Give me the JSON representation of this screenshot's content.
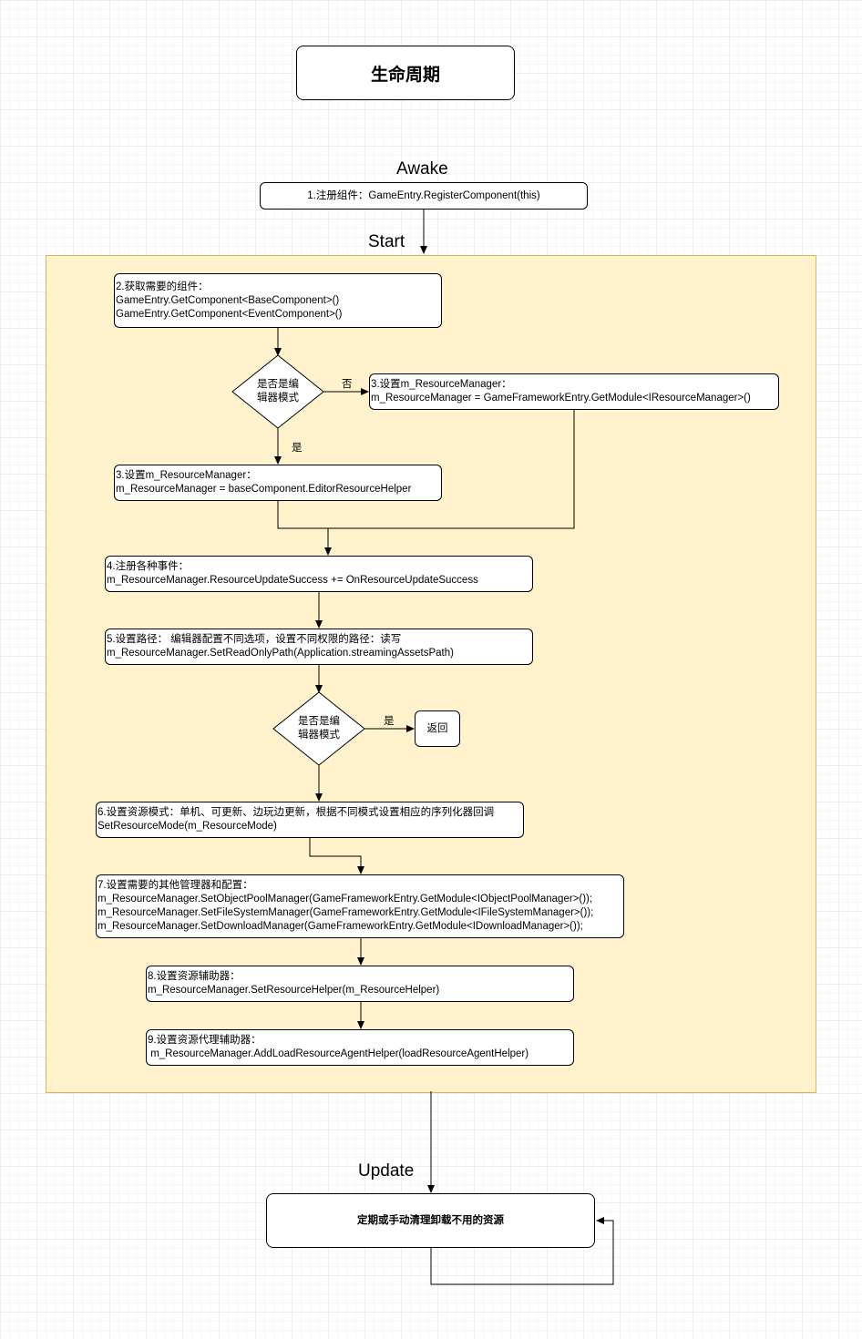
{
  "title": "生命周期",
  "labels": {
    "awake": "Awake",
    "start": "Start",
    "update": "Update"
  },
  "steps": {
    "s1": "1.注册组件：GameEntry.RegisterComponent(this)",
    "s2": "2.获取需要的组件：\nGameEntry.GetComponent<BaseComponent>()\nGameEntry.GetComponent<EventComponent>()",
    "s3_no": "3.设置m_ResourceManager：\nm_ResourceManager = GameFrameworkEntry.GetModule<IResourceManager>()",
    "s3_yes": "3.设置m_ResourceManager：\nm_ResourceManager = baseComponent.EditorResourceHelper",
    "s4": "4.注册各种事件：\nm_ResourceManager.ResourceUpdateSuccess += OnResourceUpdateSuccess",
    "s5": "5.设置路径： 编辑器配置不同选项，设置不同权限的路径：读写\nm_ResourceManager.SetReadOnlyPath(Application.streamingAssetsPath)",
    "ret": "返回",
    "s6": "6.设置资源模式：单机、可更新、边玩边更新，根据不同模式设置相应的序列化器回调\nSetResourceMode(m_ResourceMode)",
    "s7": "7.设置需要的其他管理器和配置：\nm_ResourceManager.SetObjectPoolManager(GameFrameworkEntry.GetModule<IObjectPoolManager>());\nm_ResourceManager.SetFileSystemManager(GameFrameworkEntry.GetModule<IFileSystemManager>());\nm_ResourceManager.SetDownloadManager(GameFrameworkEntry.GetModule<IDownloadManager>());",
    "s8": "8.设置资源辅助器：\nm_ResourceManager.SetResourceHelper(m_ResourceHelper)",
    "s9": "9.设置资源代理辅助器：\n m_ResourceManager.AddLoadResourceAgentHelper(loadResourceAgentHelper)",
    "update_box": "定期或手动清理卸载不用的资源"
  },
  "decisions": {
    "d1": "是否是编\n辑器模式",
    "d2": "是否是编\n辑器模式"
  },
  "edge_labels": {
    "no": "否",
    "yes1": "是",
    "yes2": "是"
  },
  "colors": {
    "start_region_fill": "#fff2cc",
    "start_region_stroke": "#d6b656"
  }
}
